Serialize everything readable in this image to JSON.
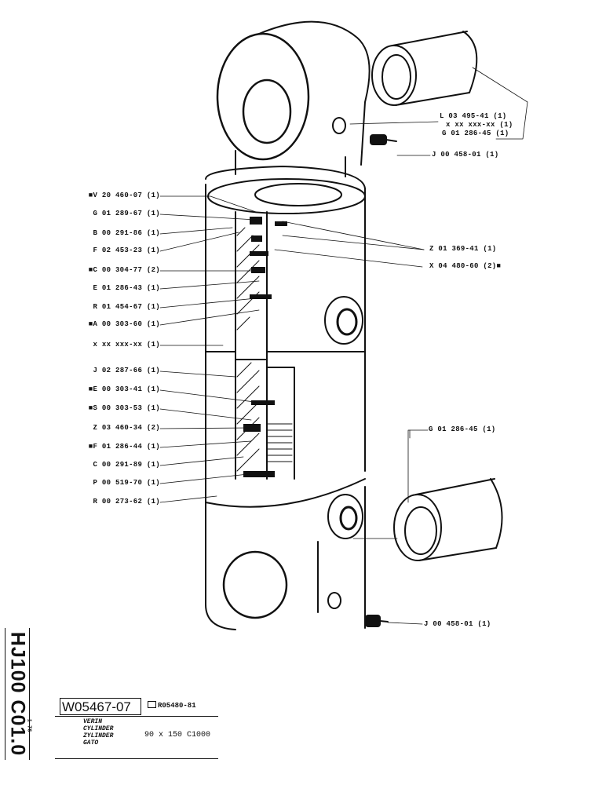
{
  "left_labels": [
    {
      "text": "■V 20 460-07 (1)"
    },
    {
      "text": "G 01 289-67 (1)"
    },
    {
      "text": "B 00 291-86 (1)"
    },
    {
      "text": "F 02 453-23 (1)"
    },
    {
      "text": "■C 00 304-77 (2)"
    },
    {
      "text": "E 01 286-43 (1)"
    },
    {
      "text": "R 01 454-67 (1)"
    },
    {
      "text": "■A 00 303-60 (1)"
    },
    {
      "text": "x xx xxx-xx (1)"
    },
    {
      "text": "J 02 287-66 (1)"
    },
    {
      "text": "■E 00 303-41 (1)"
    },
    {
      "text": "■S 00 303-53 (1)"
    },
    {
      "text": "Z 03 460-34 (2)"
    },
    {
      "text": "■F 01 286-44 (1)"
    },
    {
      "text": "C 00 291-89 (1)"
    },
    {
      "text": "P 00 519-70 (1)"
    },
    {
      "text": "R 00 273-62 (1)"
    }
  ],
  "right_labels": [
    {
      "text": "L 03 495-41 (1)"
    },
    {
      "text": "x xx xxx-xx (1)"
    },
    {
      "text": "G 01 286-45 (1)"
    },
    {
      "text": "J 00 458-01 (1)"
    },
    {
      "text": "Z 01 369-41 (1)"
    },
    {
      "text": "X 04 480-60 (2)■"
    },
    {
      "text": "G 01 286-45 (1)"
    },
    {
      "text": "J 00 458-01 (1)"
    }
  ],
  "title_block": {
    "side_code": "HJ100 C01.0",
    "date": "1-76",
    "drawing_number": "W05467-07",
    "reference": "R05480-81",
    "names": [
      "VERIN",
      "CYLINDER",
      "ZYLINDER",
      "GATO"
    ],
    "spec": "90 x 150 C1000"
  }
}
